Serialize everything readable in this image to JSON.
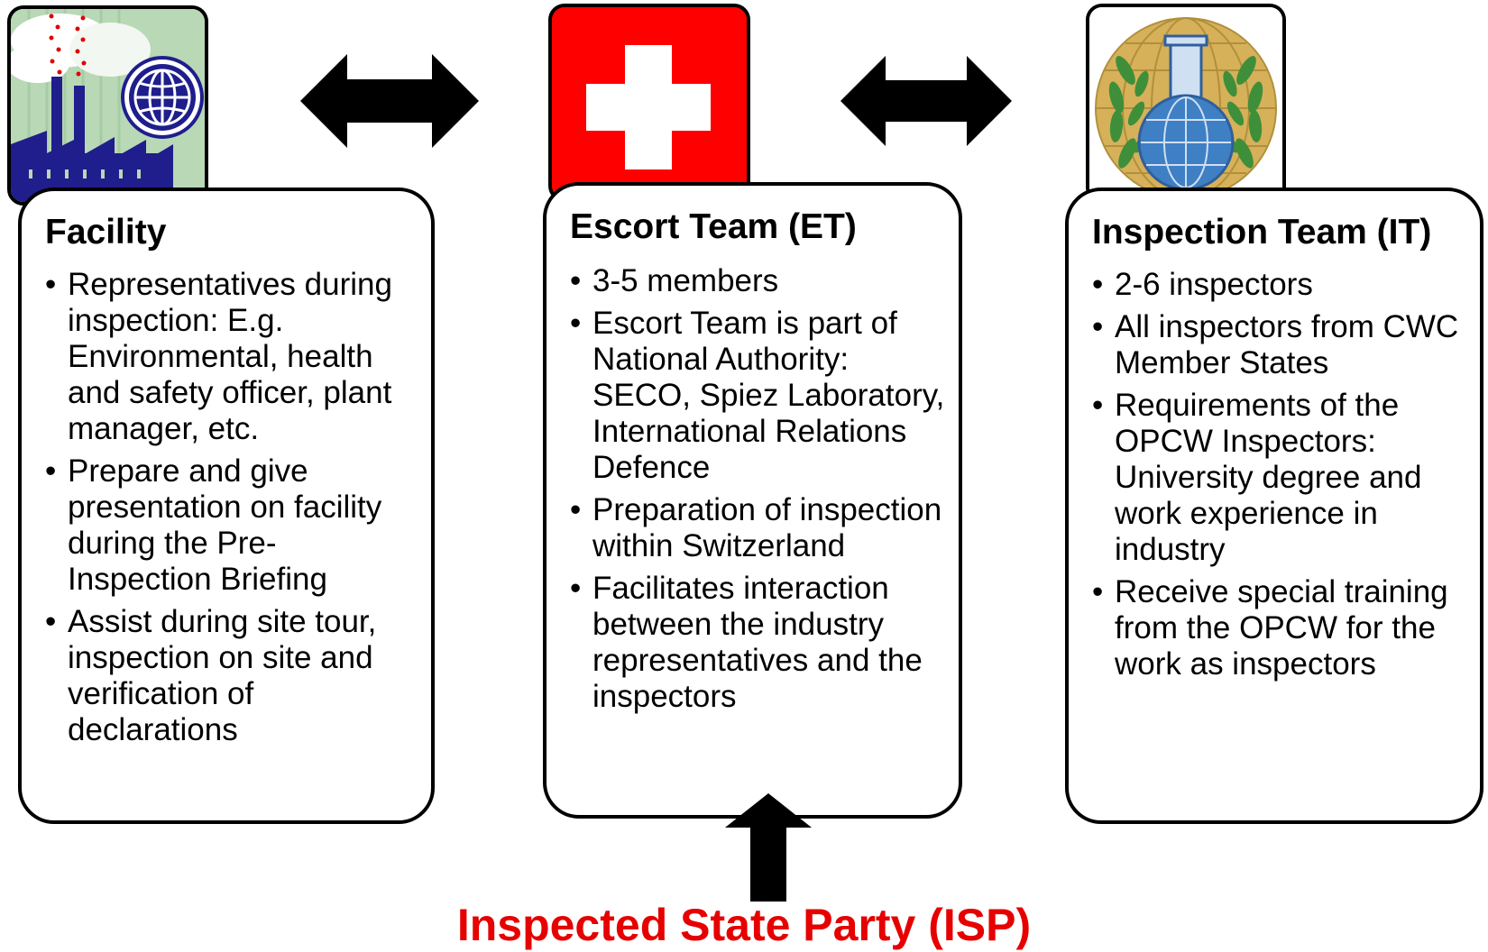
{
  "colors": {
    "swiss_red": "#ff0000",
    "isp_label": "#e60000",
    "facility_bg": "#b9d8b6",
    "factory_blue": "#1f1e8c",
    "opcw_gold": "#c9a349",
    "opcw_blue": "#3f7fc4",
    "opcw_green": "#3f8f3a"
  },
  "logos": {
    "facility": "factory-globe-icon",
    "escort": "swiss-cross-icon",
    "inspection": "opcw-emblem-icon"
  },
  "facility": {
    "title": "Facility",
    "bullets": [
      "Representatives during inspection: E.g. Environmental, health and safety officer, plant manager, etc.",
      "Prepare and give presentation on facility during the Pre-Inspection Briefing",
      "Assist during site tour, inspection on site and verification of declarations"
    ]
  },
  "escort": {
    "title": "Escort Team (ET)",
    "bullets": [
      "3-5 members",
      "Escort Team is part of National Authority: SECO, Spiez Laboratory, International Relations Defence",
      "Preparation of inspection within Switzerland",
      "Facilitates interaction between the industry representatives and the inspectors"
    ]
  },
  "inspection": {
    "title": "Inspection Team (IT)",
    "bullets": [
      "2-6 inspectors",
      "All inspectors from CWC Member States",
      "Requirements of the OPCW Inspectors: University degree and work experience in industry",
      "Receive special training from the OPCW for the work as inspectors"
    ]
  },
  "footer": {
    "label": "Inspected State Party (ISP)"
  }
}
